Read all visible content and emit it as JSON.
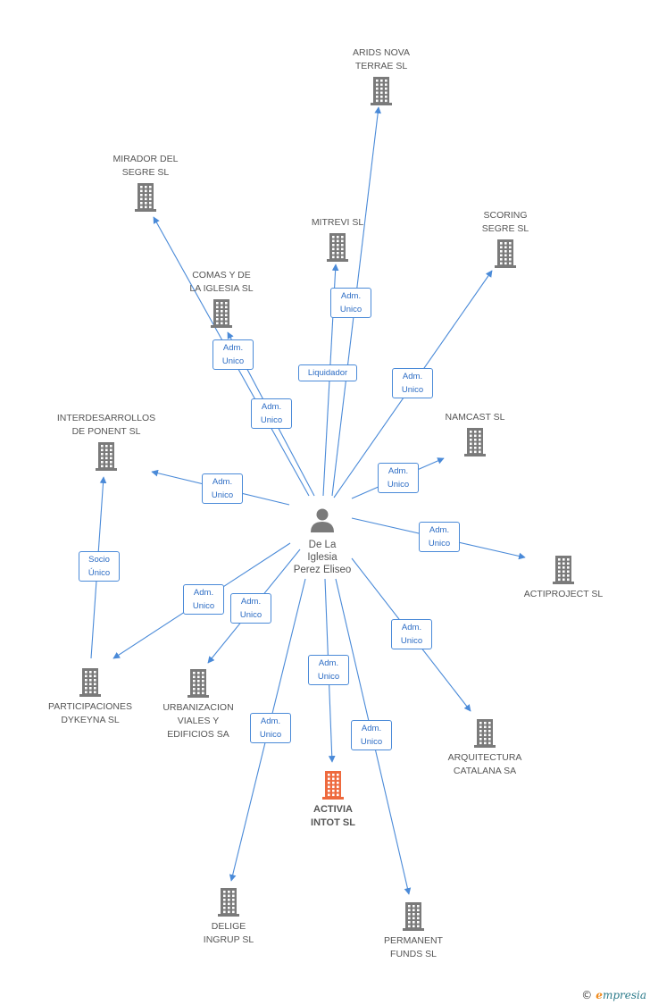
{
  "colors": {
    "edge": "#4a8ad8",
    "building": "#7a7a7a",
    "building_main": "#ee6a3e",
    "person": "#7a7a7a",
    "label_text": "#555555",
    "edge_label_text": "#2c6cc4"
  },
  "person": {
    "lines": [
      "De La",
      "Iglesia",
      "Perez Eliseo"
    ],
    "icon": "person-icon"
  },
  "companies": [
    {
      "id": "arids",
      "lines": [
        "ARIDS NOVA",
        "TERRAE SL"
      ]
    },
    {
      "id": "mirador",
      "lines": [
        "MIRADOR DEL",
        "SEGRE SL"
      ]
    },
    {
      "id": "mitrevi",
      "lines": [
        "MITREVI SL"
      ]
    },
    {
      "id": "scoring",
      "lines": [
        "SCORING",
        "SEGRE SL"
      ]
    },
    {
      "id": "comas",
      "lines": [
        "COMAS Y DE",
        "LA IGLESIA SL"
      ]
    },
    {
      "id": "interdes",
      "lines": [
        "INTERDESARROLLOS",
        "DE PONENT SL"
      ]
    },
    {
      "id": "namcast",
      "lines": [
        "NAMCAST SL"
      ]
    },
    {
      "id": "actiproject",
      "lines": [
        "ACTIPROJECT SL"
      ]
    },
    {
      "id": "participaciones",
      "lines": [
        "PARTICIPACIONES",
        "DYKEYNA SL"
      ]
    },
    {
      "id": "urbanizacion",
      "lines": [
        "URBANIZACION",
        "VIALES Y",
        "EDIFICIOS SA"
      ]
    },
    {
      "id": "arquitectura",
      "lines": [
        "ARQUITECTURA",
        "CATALANA SA"
      ]
    },
    {
      "id": "activia",
      "lines": [
        "ACTIVIA",
        "INTOT SL"
      ],
      "main": true
    },
    {
      "id": "delige",
      "lines": [
        "DELIGE",
        "INGRUP SL"
      ]
    },
    {
      "id": "permanent",
      "lines": [
        "PERMANENT",
        "FUNDS SL"
      ]
    }
  ],
  "edges": [
    {
      "to": "arids",
      "lines": [
        "Adm.",
        "Unico"
      ]
    },
    {
      "to": "mitrevi",
      "lines": [
        "Liquidador"
      ]
    },
    {
      "to": "mirador",
      "lines": [
        "Adm.",
        "Unico"
      ]
    },
    {
      "to": "comas",
      "lines": [
        "Adm.",
        "Unico"
      ]
    },
    {
      "to": "scoring",
      "lines": [
        "Adm.",
        "Unico"
      ]
    },
    {
      "to": "namcast",
      "lines": [
        "Adm.",
        "Unico"
      ]
    },
    {
      "to": "interdes",
      "lines": [
        "Adm.",
        "Unico"
      ]
    },
    {
      "to": "actiproject",
      "lines": [
        "Adm.",
        "Unico"
      ]
    },
    {
      "to": "participaciones",
      "lines": [
        "Adm.",
        "Unico"
      ]
    },
    {
      "to": "urbanizacion",
      "lines": [
        "Adm.",
        "Unico"
      ]
    },
    {
      "to": "arquitectura",
      "lines": [
        "Adm.",
        "Unico"
      ]
    },
    {
      "to": "activia",
      "lines": [
        "Adm.",
        "Unico"
      ]
    },
    {
      "to": "delige",
      "lines": [
        "Adm.",
        "Unico"
      ]
    },
    {
      "to": "permanent",
      "lines": [
        "Adm.",
        "Unico"
      ]
    },
    {
      "from": "participaciones",
      "to": "interdes",
      "lines": [
        "Socio",
        "Único"
      ]
    }
  ],
  "brand": {
    "copyright": "©",
    "e": "e",
    "rest": "mpresia"
  }
}
